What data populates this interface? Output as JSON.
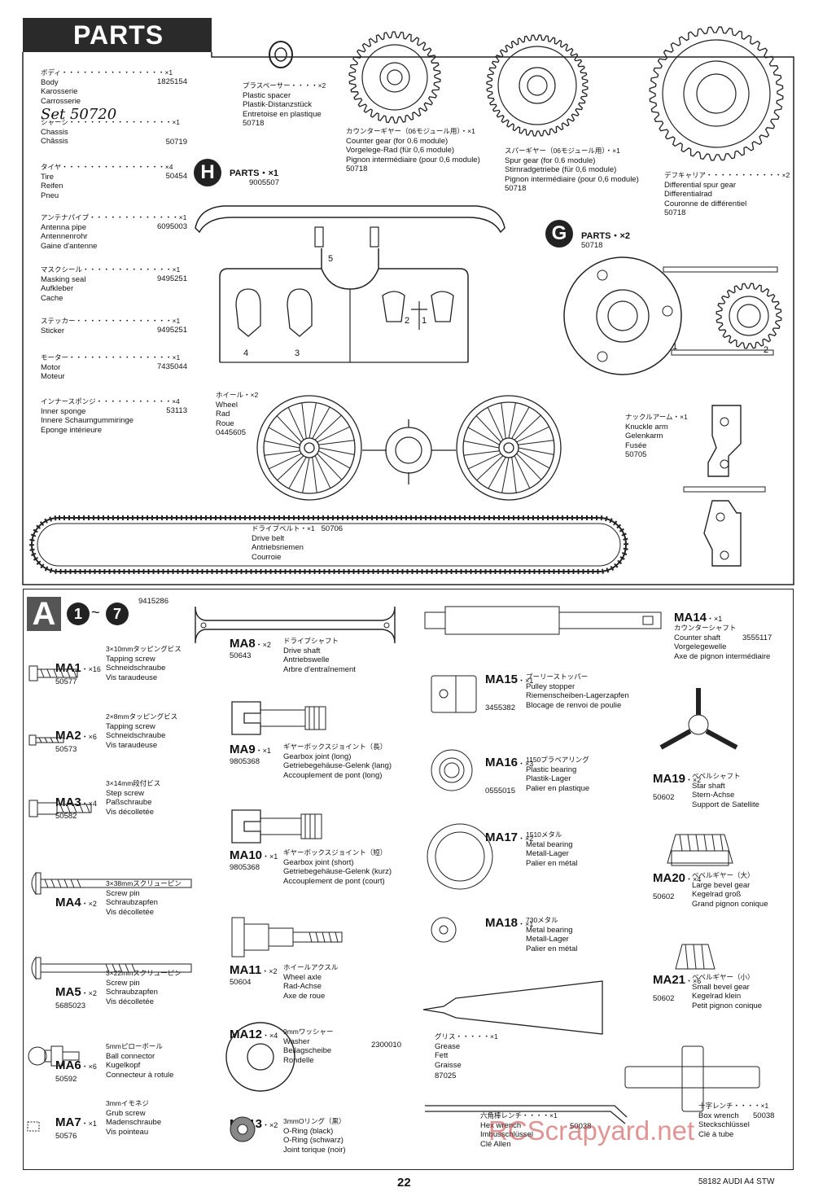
{
  "header": {
    "title": "PARTS"
  },
  "left_parts": [
    {
      "jp": "ボディ・・・・・・・・・・・・・・・×1",
      "lines": [
        "Body",
        "Karosserie",
        "Carrosserie"
      ],
      "code": "1825154"
    },
    {
      "jp": "シャーシ・・・・・・・・・・・・・・・×1",
      "lines": [
        "Chassis",
        "Châssis"
      ],
      "code": "50719",
      "handwritten": "Set 50720"
    },
    {
      "jp": "タイヤ・・・・・・・・・・・・・・・×4",
      "lines": [
        "Tire",
        "Reifen",
        "Pneu"
      ],
      "code": "50454"
    },
    {
      "jp": "アンテナパイプ・・・・・・・・・・・・・×1",
      "lines": [
        "Antenna pipe",
        "Antennenrohr",
        "Gaine d'antenne"
      ],
      "code": "6095003"
    },
    {
      "jp": "マスクシール・・・・・・・・・・・・・×1",
      "lines": [
        "Masking seal",
        "Aufkleber",
        "Cache"
      ],
      "code": "9495251"
    },
    {
      "jp": "ステッカー・・・・・・・・・・・・・・×1",
      "lines": [
        "Sticker"
      ],
      "code": "9495251"
    },
    {
      "jp": "モーター・・・・・・・・・・・・・・・×1",
      "lines": [
        "Motor",
        "Moteur"
      ],
      "code": "7435044"
    },
    {
      "jp": "インナースポンジ・・・・・・・・・・・×4",
      "lines": [
        "Inner sponge",
        "Innere Schaumgummiringe",
        "Eponge intérieure"
      ],
      "code": "53113"
    }
  ],
  "top_parts": {
    "spacer": {
      "jp": "プラスペーサー・・・・×2",
      "lines": [
        "Plastic spacer",
        "Plastik-Distanzstück",
        "Entretoise en plastique"
      ],
      "code": "50718"
    },
    "counter_gear": {
      "jp": "カウンターギヤー（06モジュール用）・×1",
      "lines": [
        "Counter gear (for 0.6 module)",
        "Vorgelege-Rad (für 0,6 module)",
        "Pignon intermédiaire (pour 0,6 module)"
      ],
      "code": "50718"
    },
    "spur_gear": {
      "jp": "スパーギヤー（06モジュール用）・×1",
      "lines": [
        "Spur gear (for 0.6 module)",
        "Stirnradgetriebe (für 0,6 module)",
        "Pignon intermédiaire (pour 0,6 module)"
      ],
      "code": "50718"
    },
    "diff": {
      "jp": "デフキャリア・・・・・・・・・・・×2",
      "lines": [
        "Differential spur gear",
        "Differentialrad",
        "Couronne de différentiel"
      ],
      "code": "50718"
    },
    "h_parts": {
      "letter": "H",
      "label": "PARTS・×1",
      "code": "9005507"
    },
    "g_parts": {
      "letter": "G",
      "label": "PARTS・×2",
      "code": "50718"
    },
    "wheel": {
      "jp": "ホイール・×2",
      "lines": [
        "Wheel",
        "Rad",
        "Roue"
      ],
      "code": "0445605"
    },
    "knuckle": {
      "jp": "ナックルアーム・×1",
      "lines": [
        "Knuckle arm",
        "Gelenkarm",
        "Fusée"
      ],
      "code": "50705"
    },
    "belt": {
      "jp": "ドライブベルト・×1",
      "lines": [
        "Drive belt",
        "Antriebsriemen",
        "Courroie"
      ],
      "code": "50706"
    },
    "h_numbers": [
      "5",
      "4",
      "3",
      "2",
      "1"
    ],
    "g_numbers": [
      "1",
      "2"
    ]
  },
  "bag": {
    "letter": "A",
    "steps_from": "1",
    "tilde": "~",
    "steps_to": "7",
    "code": "9415286"
  },
  "bag_col1": [
    {
      "id": "MA1",
      "qty": "・×16",
      "jp": "3×10mmタッピングビス",
      "lines": [
        "Tapping screw",
        "Schneidschraube",
        "Vis taraudeuse"
      ],
      "code": "50577"
    },
    {
      "id": "MA2",
      "qty": "・×6",
      "jp": "2×8mmタッピングビス",
      "lines": [
        "Tapping screw",
        "Schneidschraube",
        "Vis taraudeuse"
      ],
      "code": "50573"
    },
    {
      "id": "MA3",
      "qty": "・×4",
      "jp": "3×14mm段付ビス",
      "lines": [
        "Step screw",
        "Paßschraube",
        "Vis décolletée"
      ],
      "code": "50582"
    },
    {
      "id": "MA4",
      "qty": "・×2",
      "jp": "3×38mmスクリューピン",
      "lines": [
        "Screw pin",
        "Schraubzapfen",
        "Vis décolletée"
      ],
      "code": ""
    },
    {
      "id": "MA5",
      "qty": "・×2",
      "jp": "3×22mmスクリューピン",
      "lines": [
        "Screw pin",
        "Schraubzapfen",
        "Vis décolletée"
      ],
      "code": "5685023"
    },
    {
      "id": "MA6",
      "qty": "・×6",
      "jp": "5mmピローボール",
      "lines": [
        "Ball connector",
        "Kugelkopf",
        "Connecteur à rotule"
      ],
      "code": "50592"
    },
    {
      "id": "MA7",
      "qty": "・×1",
      "jp": "3mmイモネジ",
      "lines": [
        "Grub screw",
        "Madenschraube",
        "Vis pointeau"
      ],
      "code": "50576"
    }
  ],
  "bag_col2": [
    {
      "id": "MA8",
      "qty": "・×2",
      "jp": "ドライブシャフト",
      "lines": [
        "Drive shaft",
        "Antriebswelle",
        "Arbre d'entraînement"
      ],
      "code": "50643"
    },
    {
      "id": "MA9",
      "qty": "・×1",
      "jp": "ギヤーボックスジョイント（長）",
      "lines": [
        "Gearbox joint (long)",
        "Getriebegehäuse-Gelenk (lang)",
        "Accouplement de pont (long)"
      ],
      "code": "9805368"
    },
    {
      "id": "MA10",
      "qty": "・×1",
      "jp": "ギヤーボックスジョイント（短）",
      "lines": [
        "Gearbox joint (short)",
        "Getriebegehäuse-Gelenk (kurz)",
        "Accouplement de pont (court)"
      ],
      "code": "9805368"
    },
    {
      "id": "MA11",
      "qty": "・×2",
      "jp": "ホイールアクスル",
      "lines": [
        "Wheel axle",
        "Rad-Achse",
        "Axe de roue"
      ],
      "code": "50604"
    },
    {
      "id": "MA12",
      "qty": "・×4",
      "jp": "9mmワッシャー",
      "lines": [
        "Washer",
        "Beilagscheibe",
        "Rondelle"
      ],
      "code": "2300010"
    },
    {
      "id": "MA13",
      "qty": "・×2",
      "jp": "3mmOリング（黒）",
      "lines": [
        "O-Ring (black)",
        "O-Ring (schwarz)",
        "Joint torique (noir)"
      ],
      "code": ""
    }
  ],
  "bag_col3": [
    {
      "id": "MA14",
      "qty": "・×1",
      "jp": "カウンターシャフト",
      "lines": [
        "Counter shaft",
        "Vorgelegewelle",
        "Axe de pignon intermédiaire"
      ],
      "code": "3555117"
    },
    {
      "id": "MA15",
      "qty": "・×1",
      "jp": "プーリーストッパー",
      "lines": [
        "Pulley stopper",
        "Riemenscheiben-Lagerzapfen",
        "Blocage de renvoi de poulie"
      ],
      "code": "3455382"
    },
    {
      "id": "MA16",
      "qty": "・×3",
      "jp": "1150プラベアリング",
      "lines": [
        "Plastic bearing",
        "Plastik-Lager",
        "Palier en plastique"
      ],
      "code": "0555015"
    },
    {
      "id": "MA17",
      "qty": "・×2",
      "jp": "1510メタル",
      "lines": [
        "Metal bearing",
        "Metall-Lager",
        "Palier en métal"
      ],
      "code": ""
    },
    {
      "id": "MA18",
      "qty": "・×1",
      "jp": "730メタル",
      "lines": [
        "Metal bearing",
        "Metall-Lager",
        "Palier en métal"
      ],
      "code": ""
    },
    {
      "id": "grease",
      "qty": "",
      "jp": "グリス・・・・・×1",
      "lines": [
        "Grease",
        "Fett",
        "Graisse"
      ],
      "code": "87025"
    },
    {
      "id": "hex",
      "qty": "",
      "jp": "六角棒レンチ・・・・×1",
      "lines": [
        "Hex wrench",
        "Imbusschlüssel",
        "Clé Allen"
      ],
      "code": "50038"
    }
  ],
  "bag_col4": [
    {
      "id": "MA19",
      "qty": "・×2",
      "jp": "ベベルシャフト",
      "lines": [
        "Star shaft",
        "Stern-Achse",
        "Support de Satellite"
      ],
      "code": "50602"
    },
    {
      "id": "MA20",
      "qty": "・×4",
      "jp": "ベベルギヤー（大）",
      "lines": [
        "Large bevel gear",
        "Kegelrad groß",
        "Grand pignon conique"
      ],
      "code": "50602"
    },
    {
      "id": "MA21",
      "qty": "・×6",
      "jp": "ベベルギヤー（小）",
      "lines": [
        "Small bevel gear",
        "Kegelrad klein",
        "Petit pignon conique"
      ],
      "code": "50602"
    },
    {
      "id": "box",
      "qty": "",
      "jp": "十字レンチ・・・・×1",
      "lines": [
        "Box wrench",
        "Steckschlüssel",
        "Clé à tube"
      ],
      "code": "50038"
    }
  ],
  "footer": {
    "page": "22",
    "model": "58182 AUDI A4 STW",
    "watermark": "RCScrapyard.net"
  }
}
